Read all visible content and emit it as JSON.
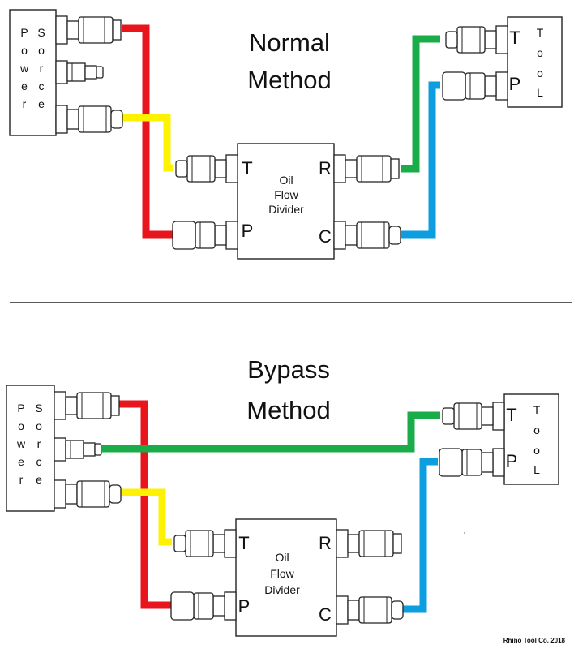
{
  "colors": {
    "red": "#e8161c",
    "yellow": "#fff200",
    "green": "#1aac48",
    "blue": "#0d9ee0"
  },
  "normal": {
    "title_line1": "Normal",
    "title_line2": "Method",
    "power_source_col1": [
      "P",
      "o",
      "w",
      "e",
      "r"
    ],
    "power_source_col2": [
      "S",
      "o",
      "r",
      "c",
      "e"
    ],
    "tool_letters": [
      "T",
      "o",
      "o",
      "L"
    ],
    "tool_port_t": "T",
    "tool_port_p": "P",
    "divider_line1": "Oil",
    "divider_line2": "Flow",
    "divider_line3": "Divider",
    "port_t": "T",
    "port_p": "P",
    "port_r": "R",
    "port_c": "C"
  },
  "bypass": {
    "title_line1": "Bypass",
    "title_line2": "Method",
    "power_source_col1": [
      "P",
      "o",
      "w",
      "e",
      "r"
    ],
    "power_source_col2": [
      "S",
      "o",
      "r",
      "c",
      "e"
    ],
    "tool_letters": [
      "T",
      "o",
      "o",
      "L"
    ],
    "tool_port_t": "T",
    "tool_port_p": "P",
    "divider_line1": "Oil",
    "divider_line2": "Flow",
    "divider_line3": "Divider",
    "port_t": "T",
    "port_p": "P",
    "port_r": "R",
    "port_c": "C"
  },
  "credit": "Rhino Tool Co. 2018"
}
